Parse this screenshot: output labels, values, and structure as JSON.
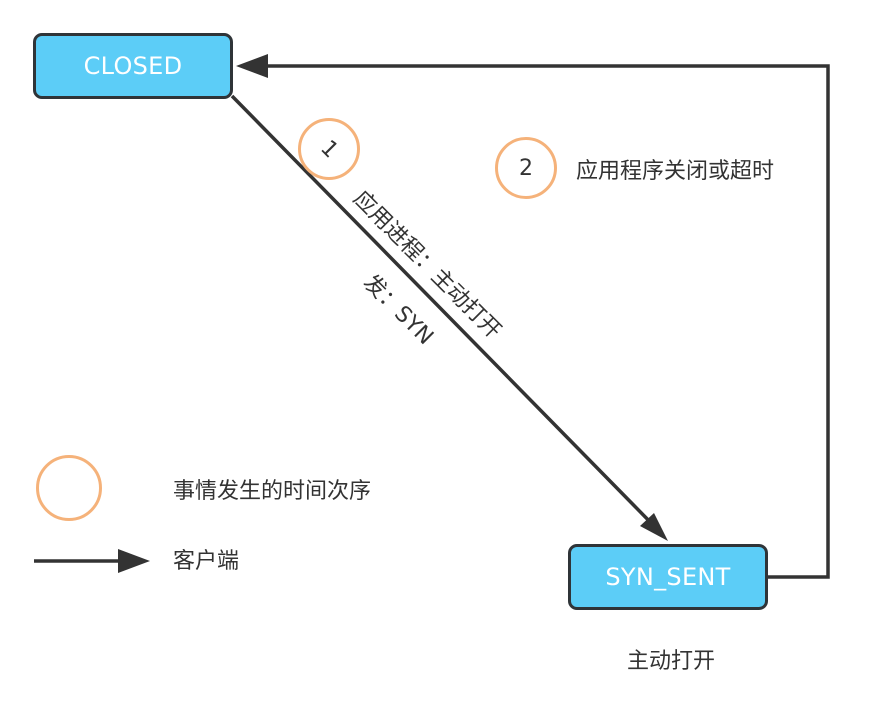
{
  "states": {
    "closed": "CLOSED",
    "syn_sent": "SYN_SENT"
  },
  "steps": {
    "step1": {
      "number": "1",
      "label_line1": "应用进程：主动打开",
      "label_line2": "发：SYN"
    },
    "step2": {
      "number": "2",
      "label": "应用程序关闭或超时"
    }
  },
  "syn_sent_caption": "主动打开",
  "legend": {
    "circle_label": "事情发生的时间次序",
    "arrow_label": "客户端"
  },
  "colors": {
    "state_fill": "#5ccdf7",
    "state_border": "#2f3438",
    "circle_stroke": "#f5b27a",
    "arrow": "#333333"
  }
}
